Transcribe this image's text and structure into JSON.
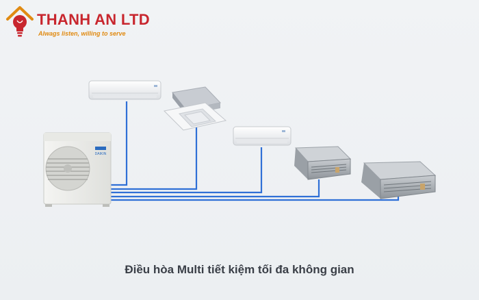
{
  "logo": {
    "name": "THANH AN LTD",
    "slogan": "Alwags listen, willing to serve",
    "icon": "house-lightbulb-icon",
    "colors": {
      "primary": "#c8262e",
      "accent": "#e08a12"
    }
  },
  "diagram": {
    "outdoor_unit_brand": "DAIKIN",
    "pipe_color": "#2f6fd6",
    "units": [
      {
        "type": "outdoor-unit",
        "icon": "outdoor-condenser-icon"
      },
      {
        "type": "wall-mounted",
        "icon": "wall-ac-icon"
      },
      {
        "type": "cassette",
        "icon": "ceiling-cassette-icon"
      },
      {
        "type": "wall-mounted",
        "icon": "wall-ac-icon"
      },
      {
        "type": "ducted",
        "icon": "ducted-unit-icon"
      },
      {
        "type": "ducted",
        "icon": "ducted-unit-icon"
      }
    ]
  },
  "caption": "Điều hòa Multi tiết kiệm tối đa không gian"
}
